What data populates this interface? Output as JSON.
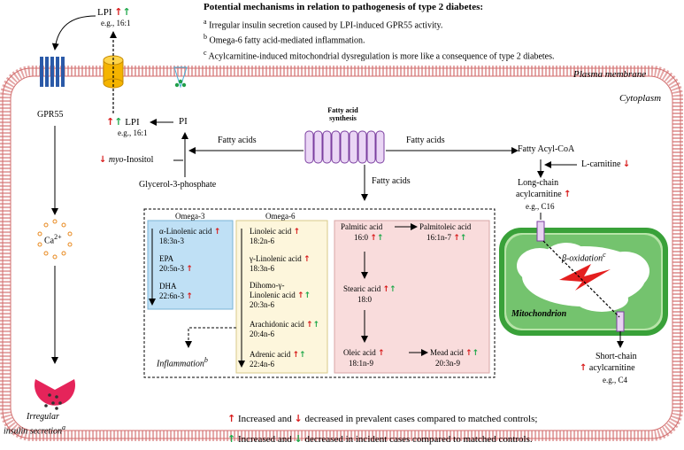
{
  "mechanisms": {
    "title": "Potential mechanisms  in relation to pathogenesis of type 2 diabetes:",
    "items": [
      {
        "sup": "a",
        "text": " Irregular insulin secretion caused by LPI-induced GPR55 activity."
      },
      {
        "sup": "b",
        "text": " Omega-6 fatty acid-mediated inflammation."
      },
      {
        "sup": "c",
        "text": " Acylcarnitine-induced mitochondrial dysregulation is more like a consequence of type 2 diabetes."
      }
    ]
  },
  "compartments": {
    "plasma_membrane": "Plasma membrane",
    "cytoplasm": "Cytoplasm",
    "mitochondrion": "Mitochondrion"
  },
  "top": {
    "lpi_label": "LPI",
    "lpi_example": "e.g., 16:1",
    "gpr55": "GPR55",
    "ca": "Ca",
    "ca_sup": "2+"
  },
  "pathway": {
    "fatty_acid_synthesis": "Fatty acid\nsynthesis",
    "fatty_acids_left": "Fatty acids",
    "fatty_acids_right": "Fatty acids",
    "fatty_acids_down": "Fatty acids",
    "pi": "PI",
    "lpi": "LPI",
    "lpi_example": "e.g., 16:1",
    "myo_prefix": "myo",
    "myo_suffix": "-Inositol",
    "glycerol": "Glycerol-3-phosphate",
    "fatty_acyl_coa": "Fatty Acyl-CoA",
    "l_carnitine": "L-carnitine",
    "long_chain_1": "Long-chain",
    "long_chain_2": "acylcarnitine",
    "long_chain_example": "e.g., C16",
    "short_chain_1": "Short-chain",
    "short_chain_2": "acylcarnitine",
    "short_chain_example": "e.g., C4",
    "beta_oxidation": "β-oxidation",
    "beta_sup": "c",
    "inflammation": "Inflammation",
    "inflammation_sup": "b",
    "irregular_1": "Irregular",
    "irregular_2": "insulin secretion",
    "irregular_sup": "a"
  },
  "omega3": {
    "title": "Omega-3",
    "items": [
      {
        "name": "α-Linolenic acid",
        "code": "18:3n-3"
      },
      {
        "name": "EPA",
        "code": "20:5n-3"
      },
      {
        "name": "DHA",
        "code": "22:6n-3"
      }
    ]
  },
  "omega6": {
    "title": "Omega-6",
    "items": [
      {
        "name": "Linoleic acid",
        "code": "18:2n-6"
      },
      {
        "name": "γ-Linolenic acid",
        "code": "18:3n-6"
      },
      {
        "name": "Dihomo-γ-",
        "name2": "Linolenic acid",
        "code": "20:3n-6"
      },
      {
        "name": "Arachidonic acid",
        "code": "20:4n-6"
      },
      {
        "name": "Adrenic acid",
        "code": "22:4n-6"
      }
    ]
  },
  "sfa": {
    "palmitic": {
      "name": "Palmitic acid",
      "code": "16:0"
    },
    "palmitoleic": {
      "name": "Palmitoleic acid",
      "code": "16:1n-7"
    },
    "stearic": {
      "name": "Stearic acid",
      "code": "18:0"
    },
    "oleic": {
      "name": "Oleic acid",
      "code": "18:1n-9"
    },
    "mead": {
      "name": "Mead acid",
      "code": "20:3n-9"
    }
  },
  "legend": {
    "row1_a": "Increased and",
    "row1_b": "decreased in prevalent cases compared to matched controls;",
    "row2_a": "Increased and",
    "row2_b": "decreased in incident cases compared to matched controls."
  },
  "colors": {
    "red": "#d81b1b",
    "green": "#1fa84a",
    "membrane": "#e39a9a",
    "mito_fill": "#3ea83e",
    "omega3_bg": "#bfe0f5",
    "omega6_bg": "#fdf6dc",
    "sfa_bg": "#f9dcdc",
    "purple": "#7b3fa0"
  }
}
